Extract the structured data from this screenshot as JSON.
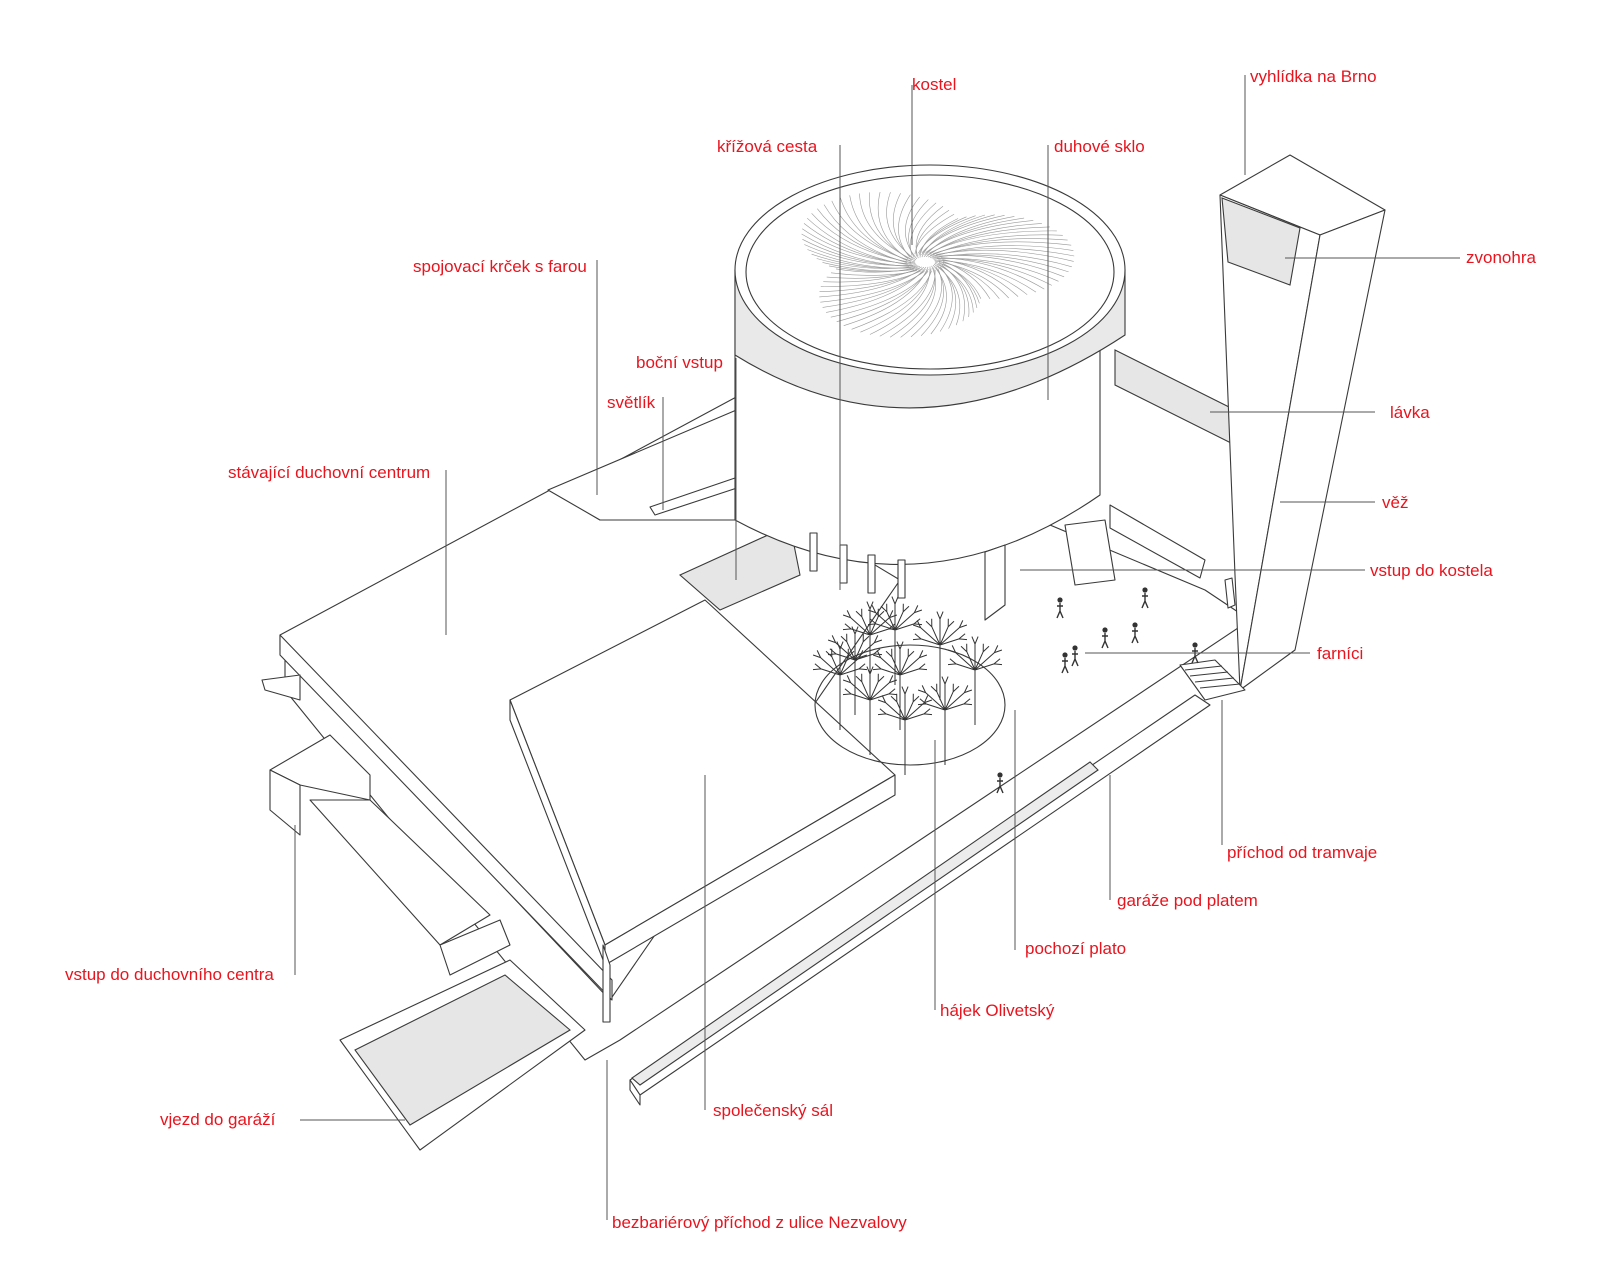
{
  "colors": {
    "label": "#e8141e",
    "line": "#3a3a3a",
    "shade": "#e6e6e6"
  },
  "labels": {
    "kostel": "kostel",
    "vyhlidka": "vyhlídka na Brno",
    "krizova_cesta": "křížová cesta",
    "duhove_sklo": "duhové sklo",
    "zvonohra": "zvonohra",
    "spojovaci_krcek": "spojovací krček s farou",
    "bocni_vstup": "boční vstup",
    "svetlik": "světlík",
    "lavka": "lávka",
    "stavajici_centrum": "stávající duchovní centrum",
    "vez": "věž",
    "vstup_kostel": "vstup do kostela",
    "farnici": "farníci",
    "prichod_tramvaj": "příchod od tramvaje",
    "garaze": "garáže pod platem",
    "pochozi_plato": "pochozí plato",
    "vstup_centrum": "vstup do duchovního centra",
    "hajek": "hájek Olivetský",
    "vjezd_garaze": "vjezd do garáží",
    "spolecensky_sal": "společenský sál",
    "bezbarierovy": "bezbariérový příchod z ulice Nezvalovy"
  }
}
